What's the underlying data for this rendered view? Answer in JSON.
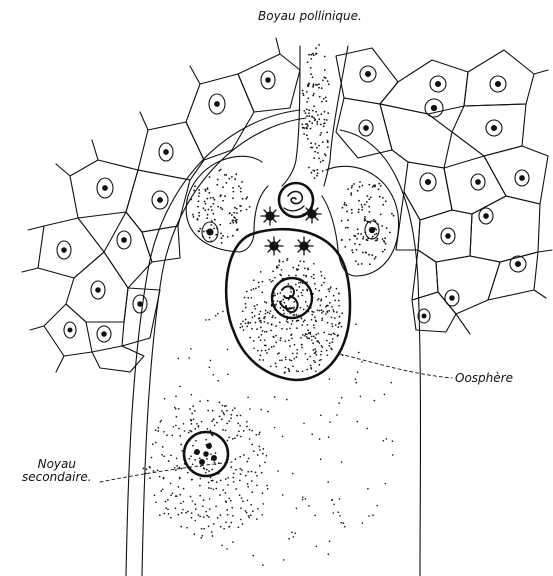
{
  "labels": {
    "pollen_tube": "Boyau pollinique.",
    "oosphere": "Oosphère",
    "secondary_nucleus_line1": "Noyau",
    "secondary_nucleus_line2": "secondaire."
  },
  "colors": {
    "ink": "#111111",
    "background": "#ffffff"
  }
}
